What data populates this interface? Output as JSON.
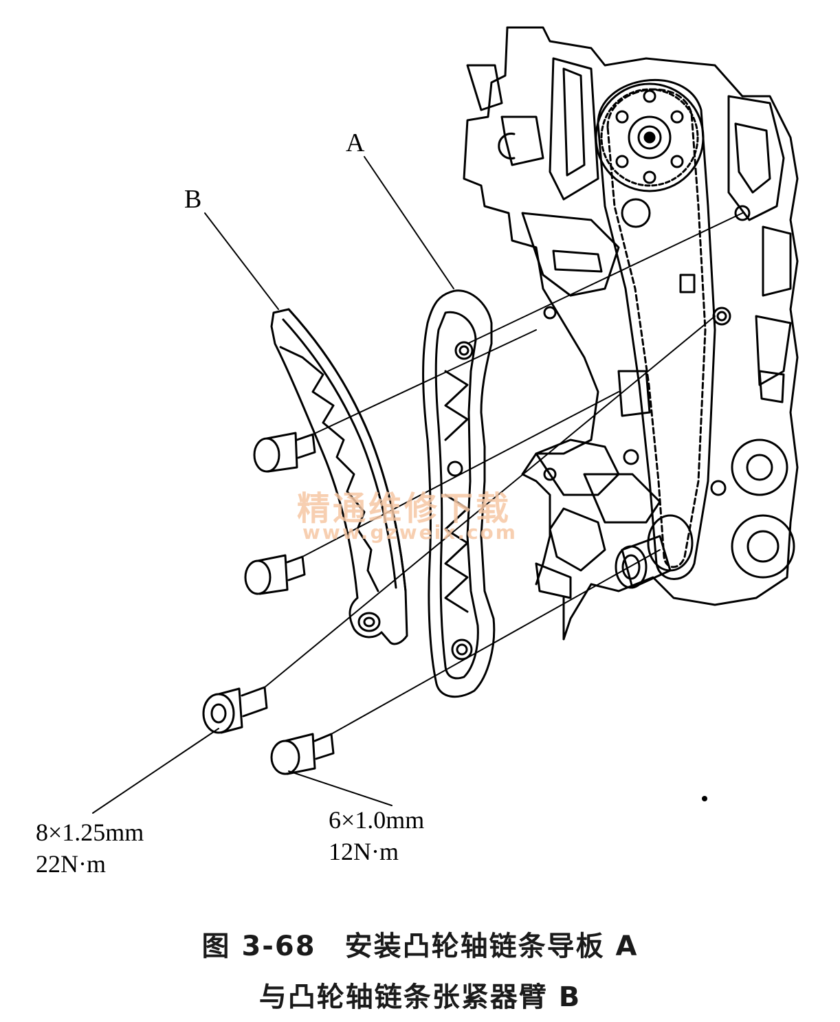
{
  "labels": {
    "part_a": "A",
    "part_b": "B"
  },
  "specs": {
    "bolt_8": {
      "size": "8×1.25mm",
      "torque": "22N·m"
    },
    "bolt_6": {
      "size": "6×1.0mm",
      "torque": "12N·m"
    }
  },
  "caption": {
    "line1": "图 3-68　安装凸轮轴链条导板 A",
    "line2": "与凸轮轴链条张紧器臂 B"
  },
  "watermark": {
    "title": "精通维修下载",
    "url": "www.gzweix.com"
  }
}
